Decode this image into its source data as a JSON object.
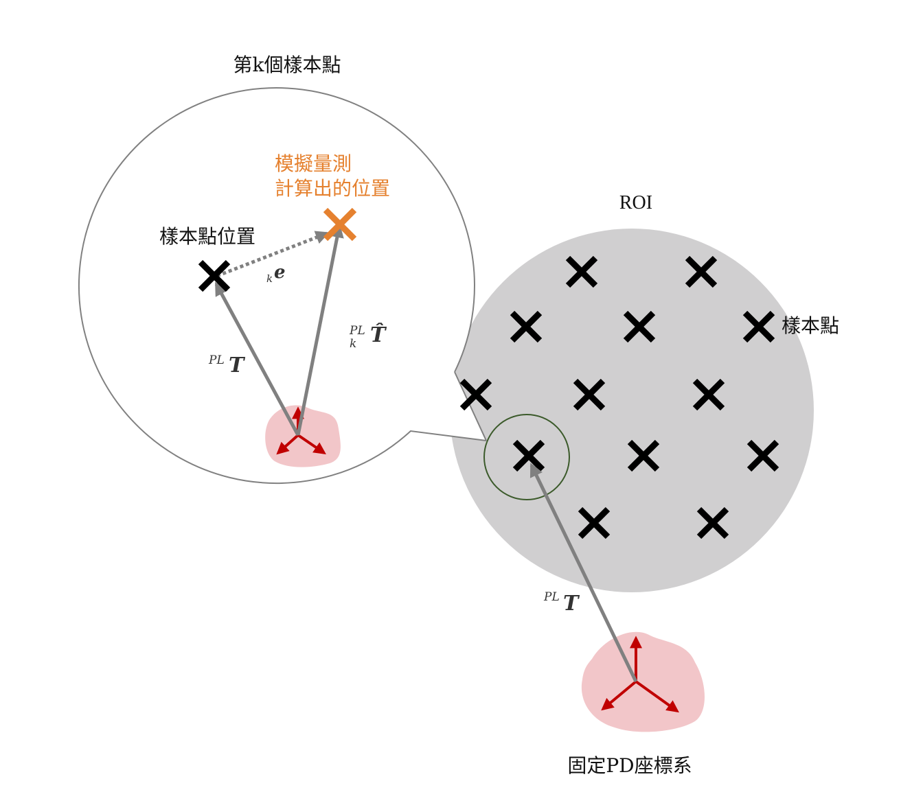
{
  "labels": {
    "sample_k_title": "第k個樣本點",
    "sim_measure_line1": "模擬量測",
    "sim_measure_line2": "計算出的位置",
    "sample_position": "樣本點位置",
    "roi": "ROI",
    "sample_points": "樣本點",
    "fixed_frame": "固定PD座標系"
  },
  "math": {
    "error_sub": "k",
    "error_sym": "e",
    "t_sup": "PL",
    "t_sym": "T",
    "that_sup": "PL",
    "that_sub": "k",
    "that_sym": "T̂",
    "t_main_sup": "PL",
    "t_main_sym": "T"
  },
  "colors": {
    "roi_fill": "#d0cfd0",
    "arrow_gray": "#808080",
    "frame_red": "#c00000",
    "blob_pink": "#f2c6c9",
    "estimate_orange": "#e5812f",
    "highlight_green": "#3b5a2a",
    "outline_gray": "#808080"
  }
}
